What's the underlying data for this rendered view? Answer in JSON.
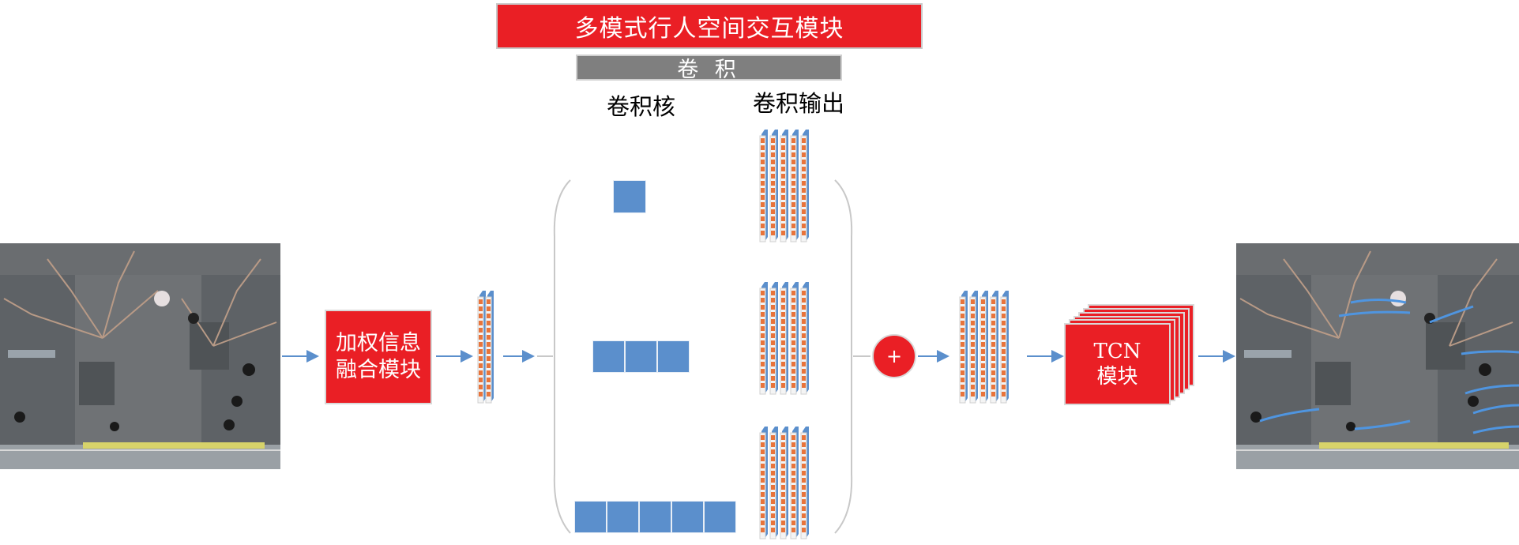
{
  "title": "多模式行人空间交互模块",
  "conv_header": "卷 积",
  "kernel_label": "卷积核",
  "output_label": "卷积输出",
  "weighted_module": {
    "line1": "加权信息",
    "line2": "融合模块"
  },
  "tcn_module": {
    "line1": "TCN",
    "line2": "模块"
  },
  "plus_symbol": "+",
  "colors": {
    "module_red": "#ea1f25",
    "conv_gray": "#7f7f7f",
    "kernel_blue": "#5b8fcc",
    "feature_orange": "#e8743b",
    "arrow_blue": "#5b8fcc"
  },
  "input_image": {
    "icon": "street-scene-photo"
  },
  "output_image": {
    "icon": "street-scene-with-trajectories-photo"
  }
}
